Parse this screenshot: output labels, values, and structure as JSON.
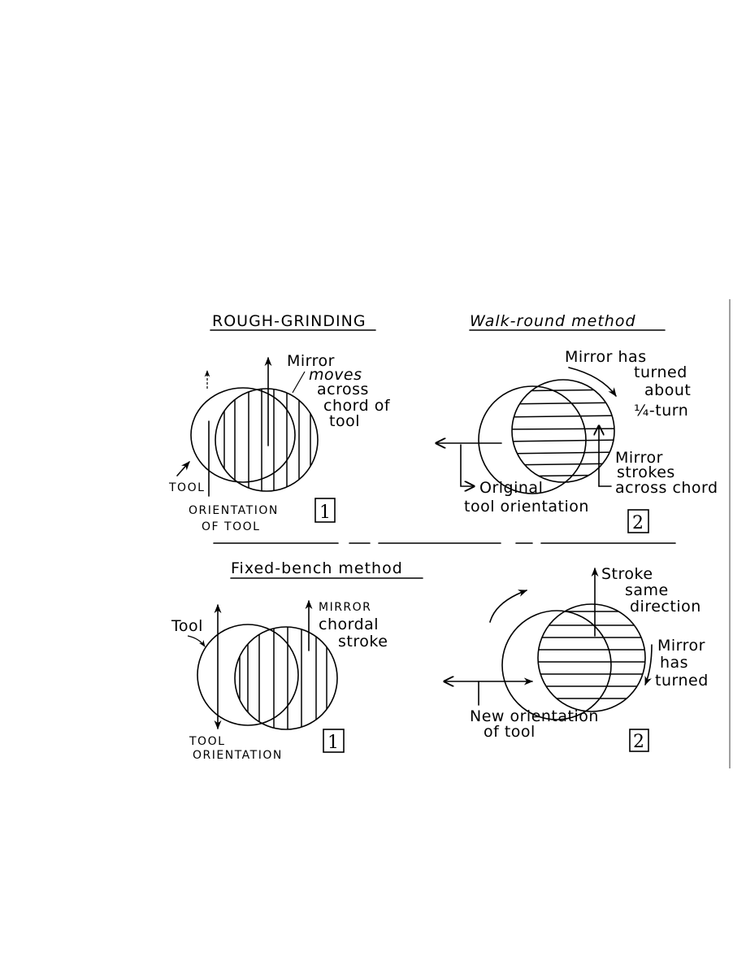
{
  "figure": {
    "panels": [
      {
        "id": "rough-grinding",
        "title": "ROUGH-GRINDING",
        "number": "1",
        "labels": {
          "mirror_note": [
            "Mirror",
            "moves",
            "across",
            "chord of",
            "tool"
          ],
          "tool": "TOOL",
          "orientation": [
            "ORIENTATION",
            "OF TOOL"
          ]
        }
      },
      {
        "id": "walk-round",
        "title": "Walk-round method",
        "number": "2",
        "labels": {
          "turn_note": [
            "Mirror has",
            "turned",
            "about",
            "¼-turn"
          ],
          "stroke_note": [
            "Mirror",
            "strokes",
            "across chord"
          ],
          "orientation": [
            "Original",
            "tool orientation"
          ]
        }
      },
      {
        "id": "fixed-bench",
        "title": "Fixed-bench method",
        "number": "1",
        "labels": {
          "tool": "Tool",
          "mirror_note": [
            "MIRROR",
            "chordal",
            "stroke"
          ],
          "orientation": [
            "TOOL",
            "ORIENTATION"
          ]
        }
      },
      {
        "id": "fixed-bench-2",
        "title": "",
        "number": "2",
        "labels": {
          "stroke_note": [
            "Stroke",
            "same",
            "direction"
          ],
          "turn_note": [
            "Mirror",
            "has",
            "turned"
          ],
          "orientation": [
            "New orientation",
            "of tool"
          ]
        }
      }
    ],
    "colors": {
      "ink": "#000000",
      "background": "#ffffff",
      "frame": "#808080"
    }
  }
}
